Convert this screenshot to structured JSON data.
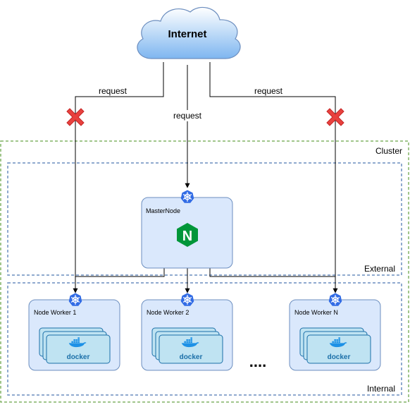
{
  "cloud": {
    "label": "Internet"
  },
  "edges": {
    "left_label": "request",
    "center_label": "request",
    "right_label": "request"
  },
  "groups": {
    "cluster": "Cluster",
    "external": "External",
    "internal": "Internal"
  },
  "master": {
    "label": "MasterNode",
    "icon_letter": "N"
  },
  "workers": [
    {
      "label": "Node Worker 1"
    },
    {
      "label": "Node Worker 2"
    },
    {
      "label": "Node Worker N"
    }
  ],
  "docker_label": "docker",
  "ellipsis": "....",
  "colors": {
    "cluster_border": "#82b366",
    "group_border": "#6c8ebf",
    "node_fill": "#dae8fc",
    "node_stroke": "#6c8ebf",
    "kube_blue": "#326ce5",
    "nginx_green": "#009639",
    "blocked_red": "#e23c3c",
    "docker_blue": "#1d91e6"
  },
  "icons": {
    "blocked": "red-x-icon",
    "kubernetes": "kubernetes-helm-icon",
    "nginx": "nginx-logo",
    "docker": "docker-whale-icon"
  }
}
